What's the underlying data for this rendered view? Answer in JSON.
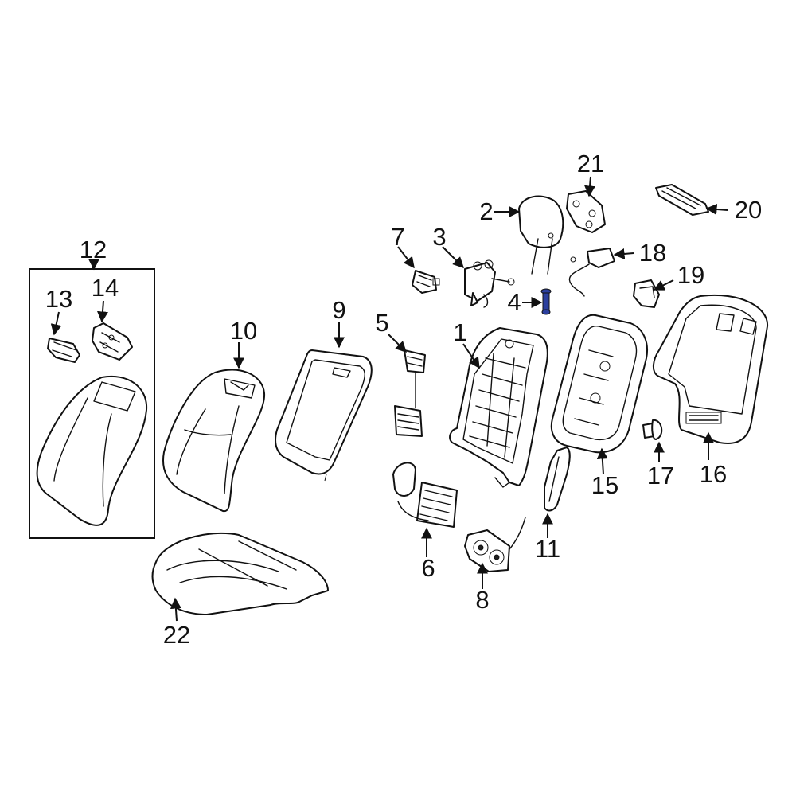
{
  "diagram": {
    "callouts": [
      {
        "id": "1",
        "label": "1"
      },
      {
        "id": "2",
        "label": "2"
      },
      {
        "id": "3",
        "label": "3"
      },
      {
        "id": "4",
        "label": "4"
      },
      {
        "id": "5",
        "label": "5"
      },
      {
        "id": "6",
        "label": "6"
      },
      {
        "id": "7",
        "label": "7"
      },
      {
        "id": "8",
        "label": "8"
      },
      {
        "id": "9",
        "label": "9"
      },
      {
        "id": "10",
        "label": "10"
      },
      {
        "id": "11",
        "label": "11"
      },
      {
        "id": "12",
        "label": "12"
      },
      {
        "id": "13",
        "label": "13"
      },
      {
        "id": "14",
        "label": "14"
      },
      {
        "id": "15",
        "label": "15"
      },
      {
        "id": "16",
        "label": "16"
      },
      {
        "id": "17",
        "label": "17"
      },
      {
        "id": "18",
        "label": "18"
      },
      {
        "id": "19",
        "label": "19"
      },
      {
        "id": "20",
        "label": "20"
      },
      {
        "id": "21",
        "label": "21"
      },
      {
        "id": "22",
        "label": "22"
      }
    ],
    "highlight_color": "#2b3f9e",
    "line_color": "#111111"
  }
}
